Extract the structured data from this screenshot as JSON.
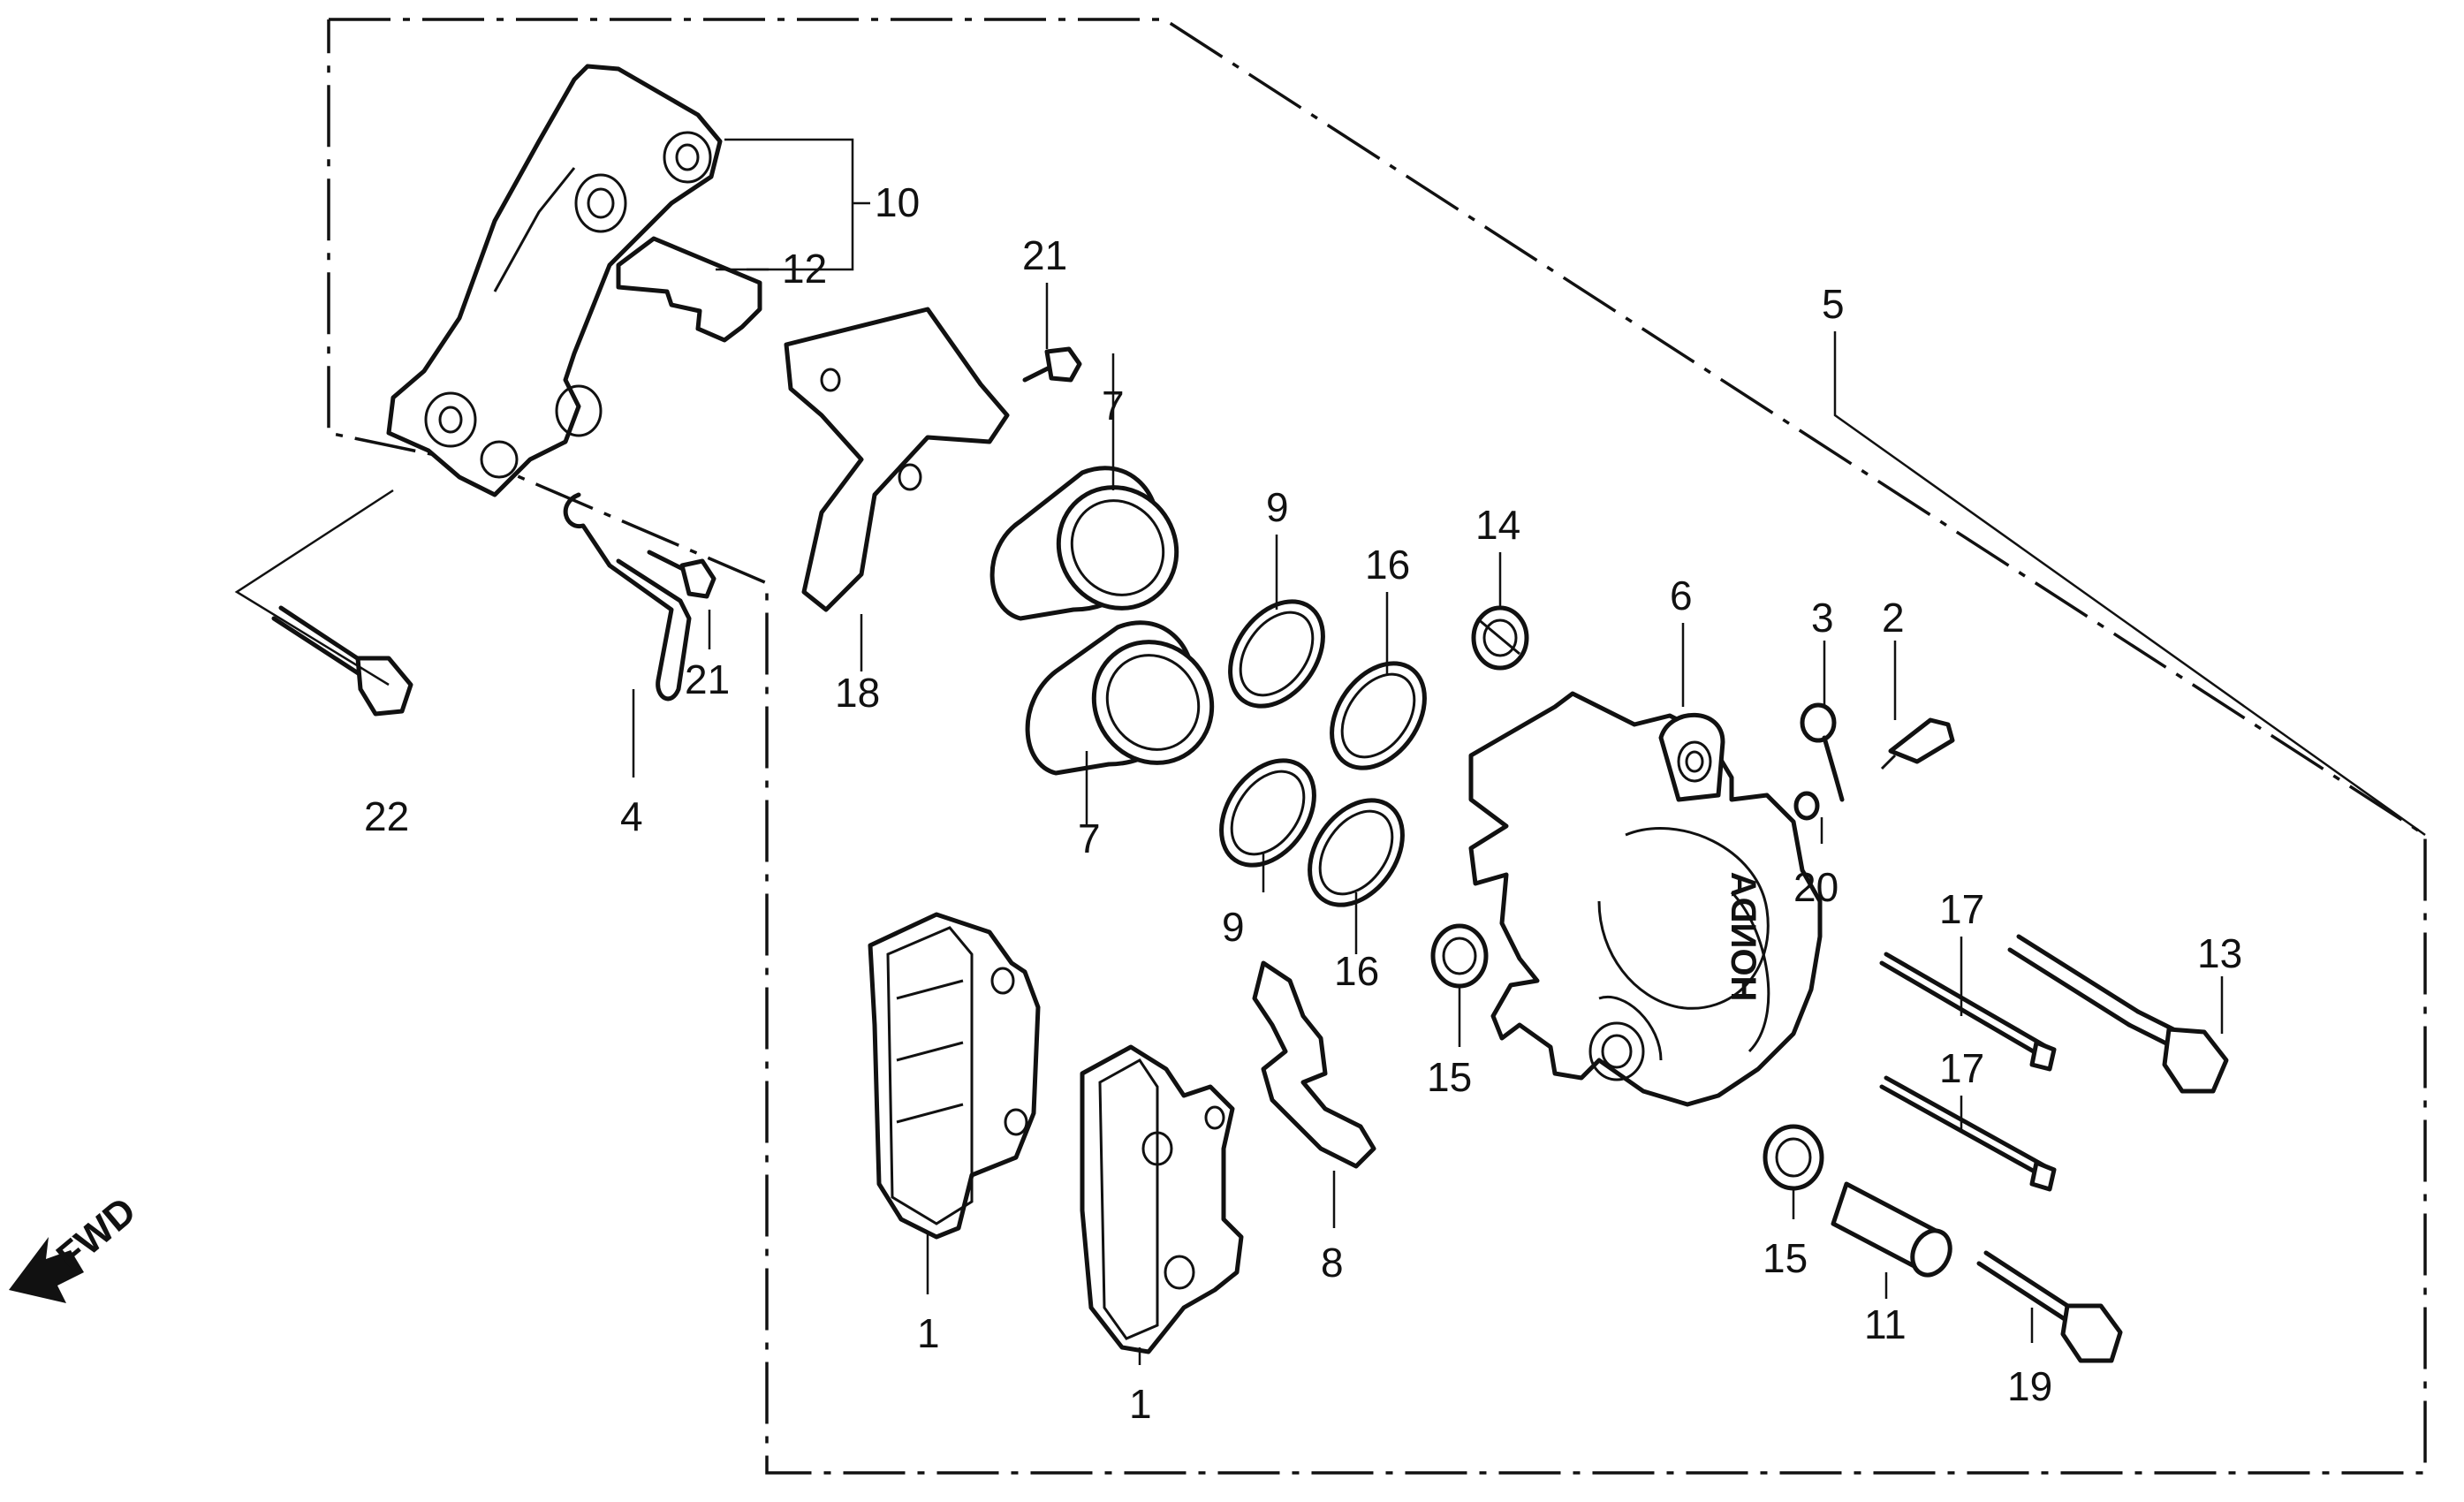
{
  "diagram": {
    "direction_label": "FWD",
    "brand_text": "HONDA",
    "callouts": {
      "c1a": "1",
      "c1b": "1",
      "c2": "2",
      "c3": "3",
      "c4": "4",
      "c5": "5",
      "c6": "6",
      "c7a": "7",
      "c7b": "7",
      "c8": "8",
      "c9a": "9",
      "c9b": "9",
      "c10": "10",
      "c11": "11",
      "c12": "12",
      "c13": "13",
      "c14": "14",
      "c15a": "15",
      "c15b": "15",
      "c16a": "16",
      "c16b": "16",
      "c17a": "17",
      "c17b": "17",
      "c18": "18",
      "c19": "19",
      "c20": "20",
      "c21a": "21",
      "c21b": "21",
      "c22": "22"
    }
  }
}
